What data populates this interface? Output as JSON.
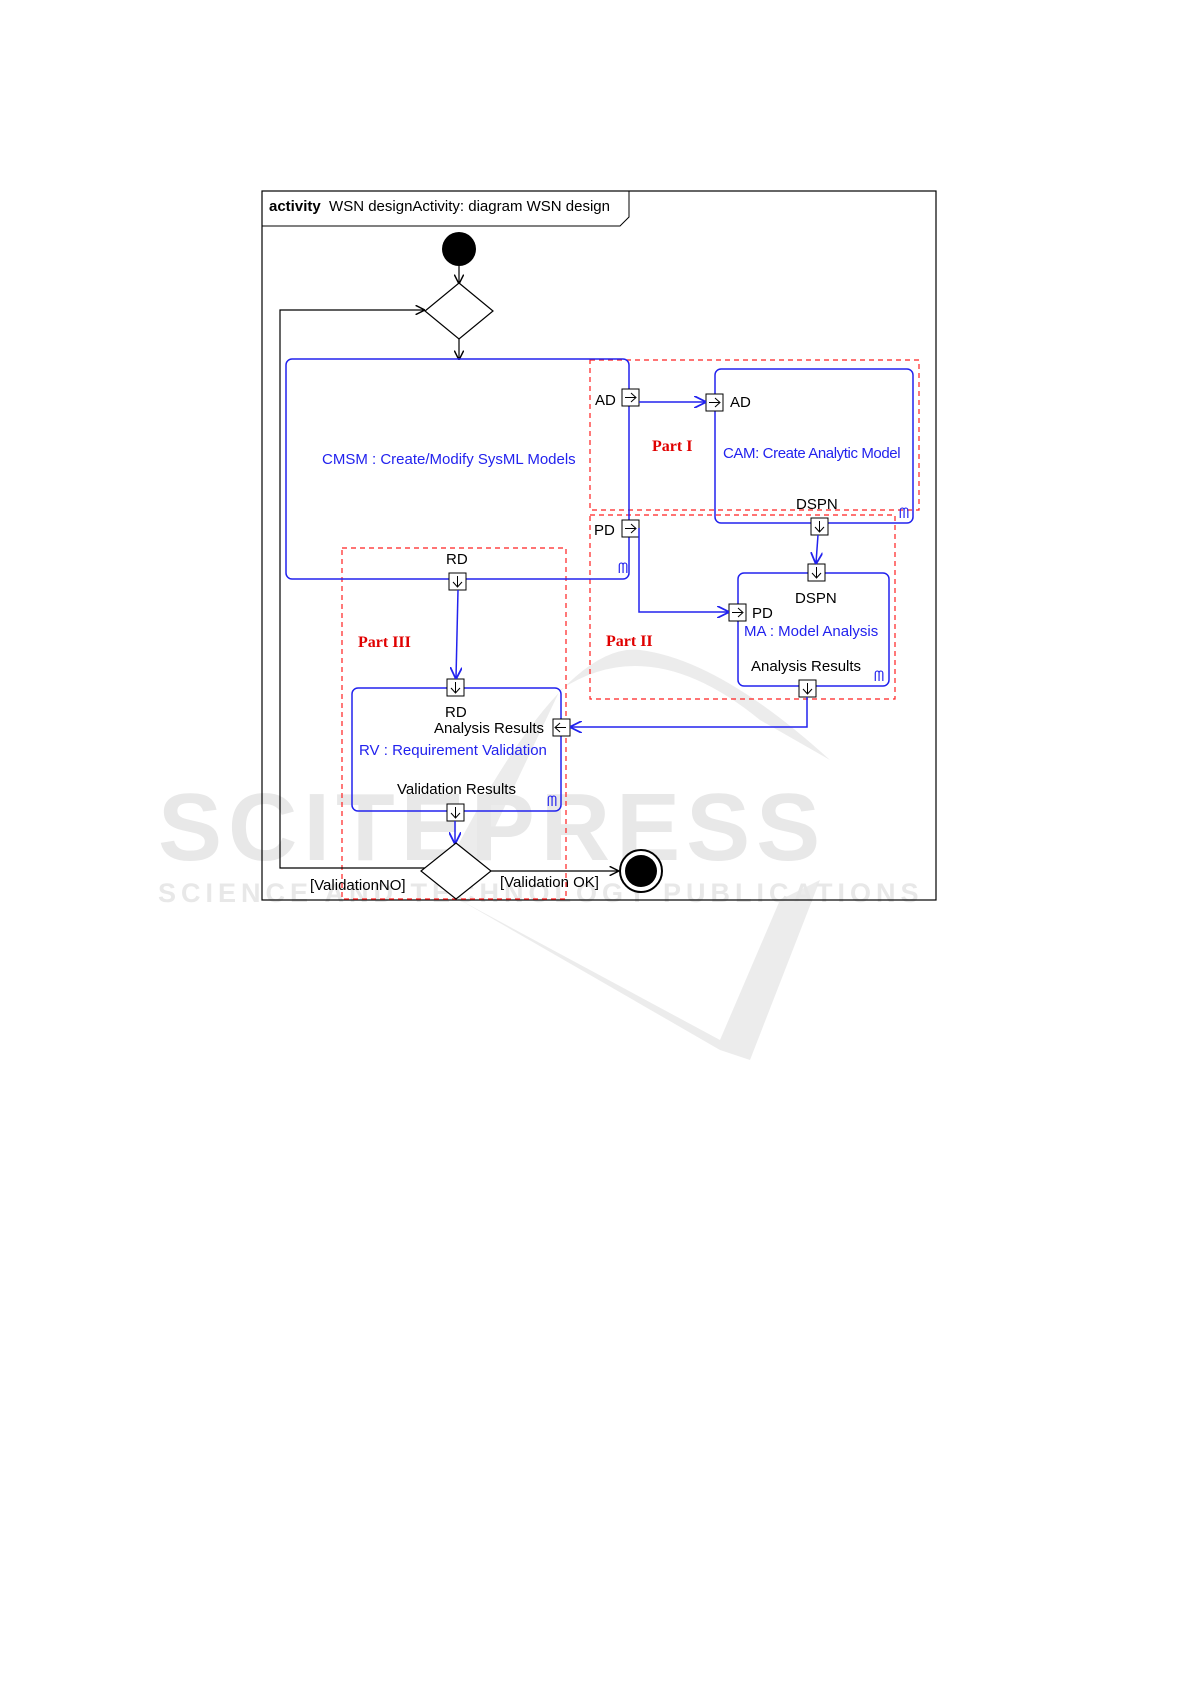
{
  "diagram": {
    "frame_keyword": "activity",
    "frame_title": "WSN designActivity: diagram WSN design",
    "actions": {
      "cmsm": "CMSM : Create/Modify SysML Models",
      "cam": "CAM: Create Analytic Model",
      "ma": "MA : Model Analysis",
      "rv": "RV : Requirement Validation"
    },
    "pins": {
      "cmsm_ad": "AD",
      "cmsm_pd": "PD",
      "cmsm_rd": "RD",
      "cam_ad": "AD",
      "cam_dspn": "DSPN",
      "ma_dspn": "DSPN",
      "ma_pd": "PD",
      "ma_results": "Analysis Results",
      "rv_rd": "RD",
      "rv_results": "Analysis Results",
      "rv_validation": "Validation Results"
    },
    "guards": {
      "no": "[ValidationNO]",
      "ok": "[Validation OK]"
    },
    "parts": {
      "part1": "Part I",
      "part2": "Part II",
      "part3": "Part III"
    },
    "colors": {
      "flow": "#2222ee",
      "region": "#ff2020",
      "frame": "#000000"
    }
  },
  "watermark": {
    "title": "SCITEPRESS",
    "subtitle": "SCIENCE AND TECHNOLOGY PUBLICATIONS"
  }
}
